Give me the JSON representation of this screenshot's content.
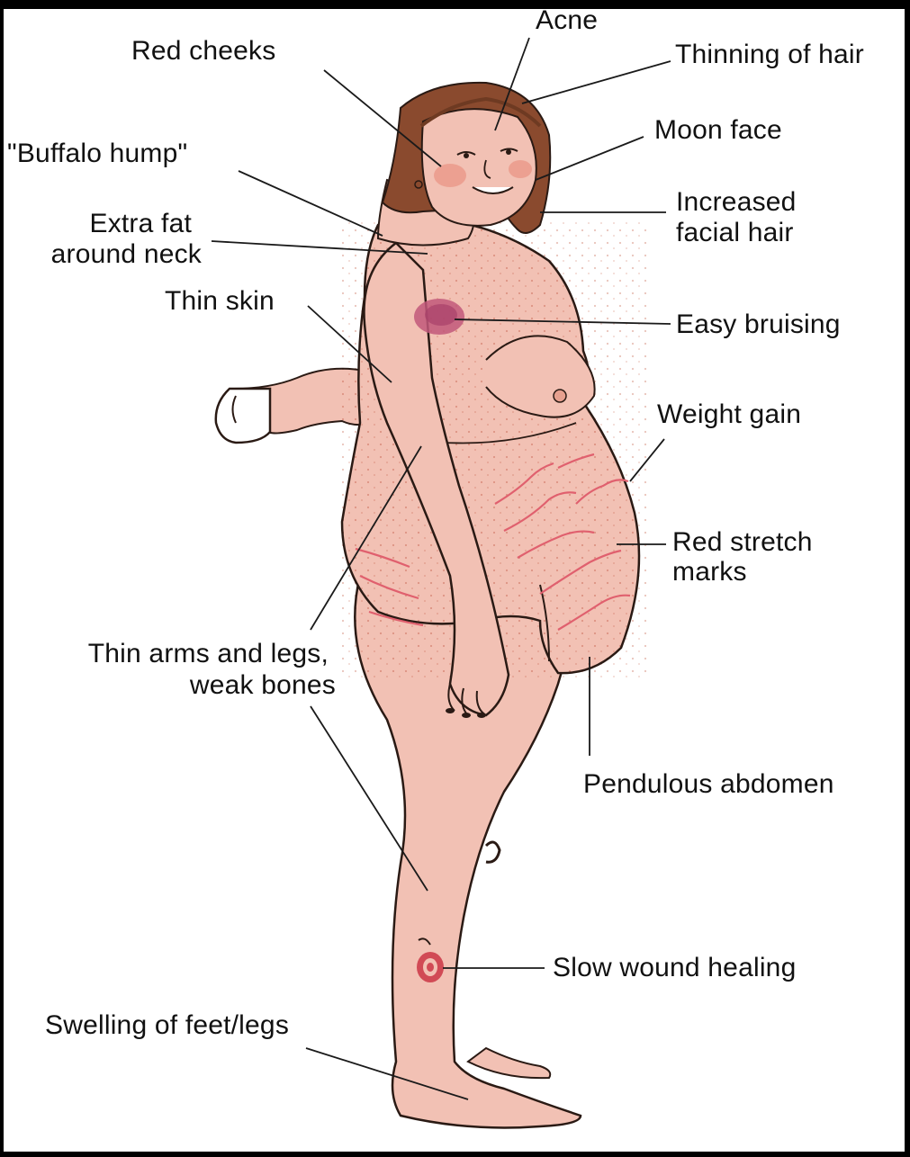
{
  "labels": {
    "acne": "Acne",
    "red_cheeks": "Red cheeks",
    "thinning_hair": "Thinning of hair",
    "buffalo_hump": "\"Buffalo hump\"",
    "moon_face": "Moon face",
    "extra_fat_1": "Extra fat",
    "extra_fat_2": "around neck",
    "facial_hair_1": "Increased",
    "facial_hair_2": "facial hair",
    "thin_skin": "Thin skin",
    "easy_bruising": "Easy bruising",
    "weight_gain": "Weight gain",
    "stretch_1": "Red stretch",
    "stretch_2": "marks",
    "thin_arms_1": "Thin arms and legs,",
    "thin_arms_2": "weak bones",
    "pendulous": "Pendulous abdomen",
    "slow_wound": "Slow wound healing",
    "swelling": "Swelling of feet/legs"
  },
  "colors": {
    "skin": "#f2c1b4",
    "skin_shade": "#e8a99a",
    "outline": "#2a1a14",
    "hair": "#8a4a2e",
    "stretch": "#e0606e",
    "bruise": "#c2587a",
    "leader": "#1a1a1a"
  }
}
